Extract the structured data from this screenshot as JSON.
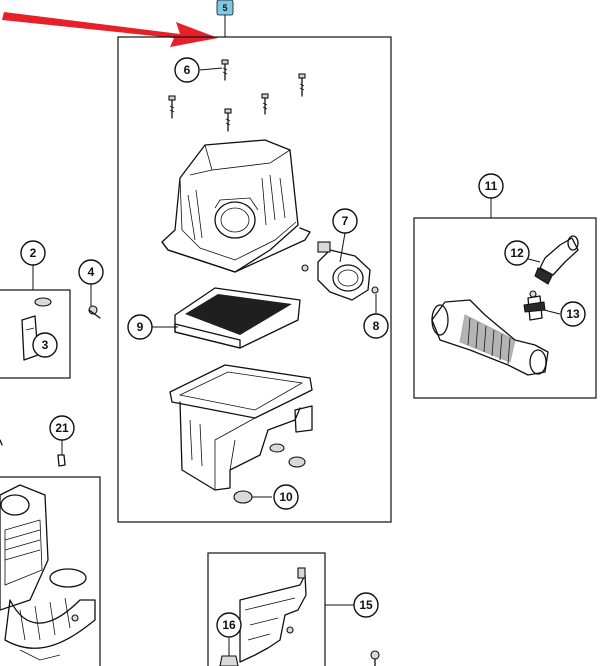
{
  "highlight_badge": {
    "label": "5",
    "color": "#7ec8e3"
  },
  "arrow_color": "#e8202a",
  "callouts": [
    {
      "id": "c2",
      "label": "2"
    },
    {
      "id": "c3",
      "label": "3"
    },
    {
      "id": "c4",
      "label": "4"
    },
    {
      "id": "c6",
      "label": "6"
    },
    {
      "id": "c7",
      "label": "7"
    },
    {
      "id": "c8",
      "label": "8"
    },
    {
      "id": "c9",
      "label": "9"
    },
    {
      "id": "c10",
      "label": "10"
    },
    {
      "id": "c11",
      "label": "11"
    },
    {
      "id": "c12",
      "label": "12"
    },
    {
      "id": "c13",
      "label": "13"
    },
    {
      "id": "c15",
      "label": "15"
    },
    {
      "id": "c16",
      "label": "16"
    },
    {
      "id": "c21",
      "label": "21"
    }
  ]
}
